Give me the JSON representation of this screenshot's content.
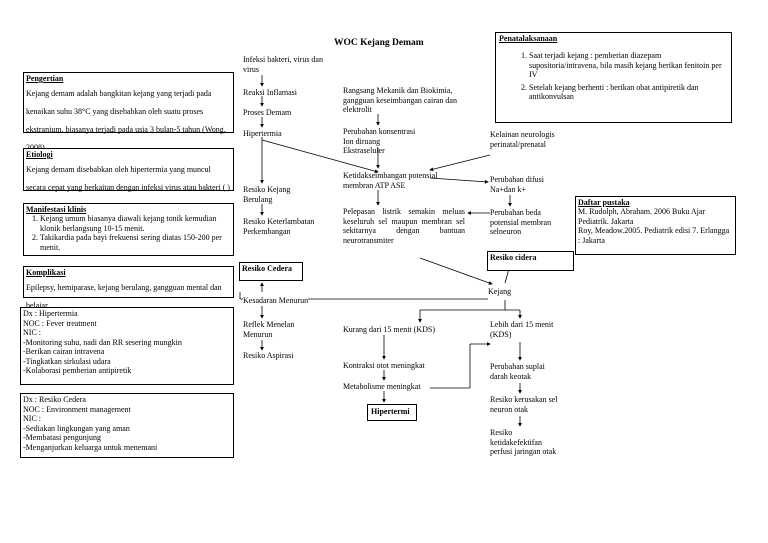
{
  "title": "WOC Kejang Demam",
  "pengertian": {
    "heading": "Pengertian",
    "text": "Kejang demam adalah bangkitan kejang yang terjadi pada kenaikan suhu 38°C yang disebabkan oleh suatu proses ekstranium, biasanya terjadi pada usia 3 bulan-5 tahun (Wong, 2008)."
  },
  "etiologi": {
    "heading": "Etiologi",
    "text": "Kejang demam disebabkan oleh hipertermia yang muncul secara cepat yang berkaitan dengan infeksi virus atau bakteri ( )"
  },
  "manifestasi": {
    "heading": "Manifestasi klinis",
    "items": [
      "Kejang umum biasanya diawali kejang tonik kemudian klonik berlangsung 10-15 menit.",
      "Takikardia pada bayi frekuensi sering diatas 150-200 per menit."
    ]
  },
  "komplikasi": {
    "heading": "Komplikasi",
    "text": "Epilepsy, hemiparase, kejang berulang, gangguan mental dan belajar"
  },
  "dx1": {
    "lines": [
      "Dx : Hipertermia",
      "NOC : Fever treatment",
      "NIC :",
      "-Monitoring suhu, nadi dan RR sesering mungkin",
      "-Berikan cairan intravena",
      "-Tingkatkan sirkulasi udara",
      "-Kolaborasi pemberian antipiretik"
    ]
  },
  "dx2": {
    "lines": [
      "Dx : Resiko Cedera",
      "NOC : Environment management",
      "NIC :",
      "-Sediakan lingkungan yang aman",
      "-Membatasi pengunjung",
      "-Menganjurkan keluarga untuk menemani"
    ]
  },
  "penatalaksanaan": {
    "heading": "Penatalaksanaan",
    "items": [
      "Saat terjadi kejang : pemberian diazepam supositoria/intravena, bila masih kejang berikan fenitoin per IV",
      "Setelah kejang berhenti : berikan obat antipiretik dan antikonvulsan"
    ]
  },
  "pustaka": {
    "heading": "Daftar pustaka",
    "lines": [
      "M. Rudolph, Abraham. 2006 Buku Ajar Pediatrik. Jakarta",
      "Roy, Meadow.2005. Pediatrik edisi 7. Erlangga : Jakarta"
    ]
  },
  "flow": {
    "infeksi": "Infeksi bakteri, virus dan virus",
    "reaksi": "Reaksi Inflamasi",
    "proses": "Proses Demam",
    "hipertermia": "Hipertermia",
    "resiko_kejang": "Resiko Kejang Berulang",
    "resiko_keterlambatan": "Resiko Keterlambatan Perkembangan",
    "resiko_cedera_left": "Resiko Cedera",
    "kesadaran": "Kesadaran Menurun",
    "refleks": "Reflek Menelan Menurun",
    "resiko_aspirasi": "Resiko Aspirasi",
    "rangsang": "Rangsang Mekanik dan Biokimia, gangguan keseimbangan cairan dan elektrolit",
    "perubahan_konsentrasi": "Perubahan konsentrasi Ion diruang Ekstraseluler",
    "kelainan": "Kelainan neurologis perinatal/prenatal",
    "ketidakseimbangan": "Ketidakseimbangan potensial membran ATP ASE",
    "difusi": "Perubahan difusi Na+dan k+",
    "pelepasan": "Pelepasan listrik semakin meluas keseluruh sel maupun membran sel sekitarnya dengan bantuan neurotransmiter",
    "beda_potensial": "Perubahan beda potensial membran selneuron",
    "resiko_cidera_right": "Resiko cidera",
    "kejang": "Kejang",
    "kurang": "Kurang dari 15 menit (KDS)",
    "lebih": "Lebih dari 15 menit (KDS)",
    "kontraksi": "Kontraksi otot meningkat",
    "metabolisme": "Metabolisme meningkat",
    "hipertermi": "Hipertermi",
    "suplai": "Perubahan suplai darah keotak",
    "kerusakan": "Resiko kerusakan sel neuron otak",
    "ketidakefektifan": "Resiko ketidakefektifan perfusi jaringan otak"
  }
}
